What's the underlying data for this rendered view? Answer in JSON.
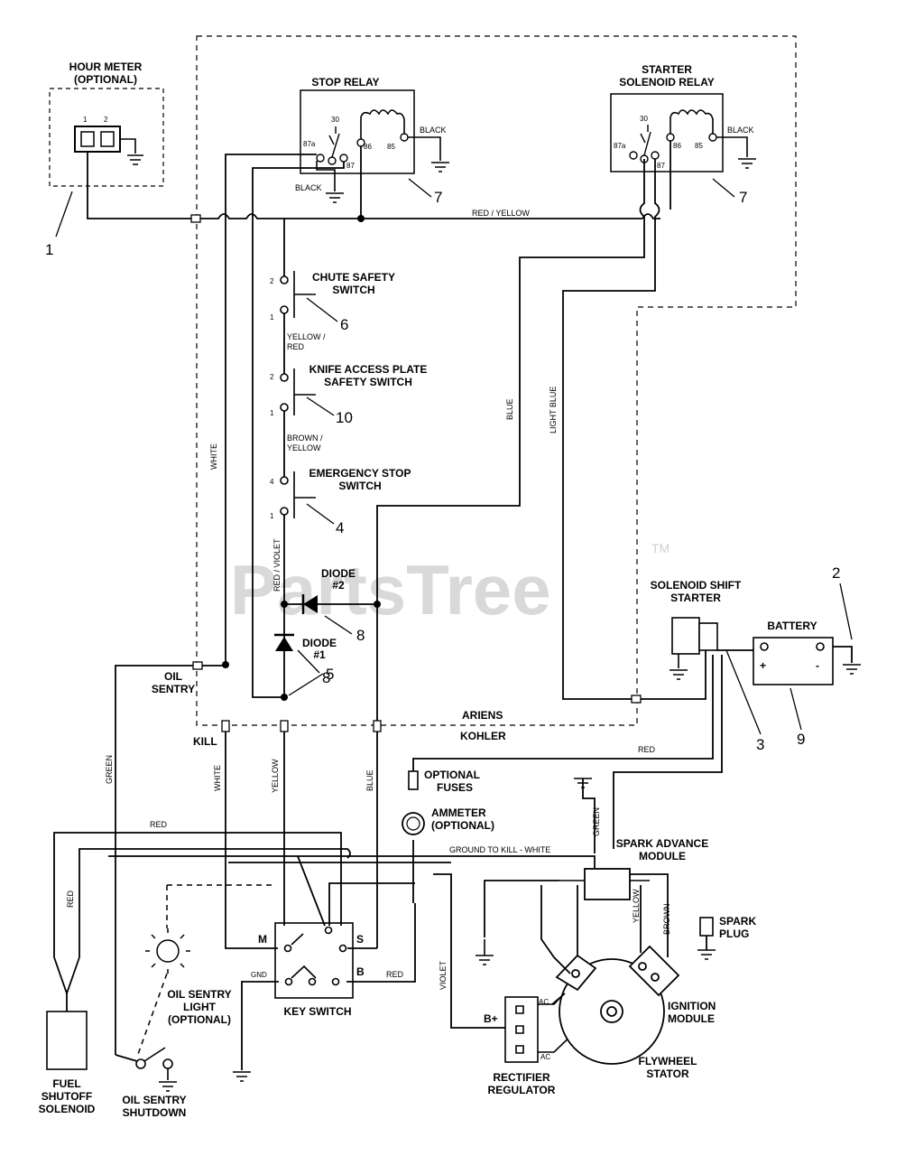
{
  "watermark": "PartsTree",
  "watermark_tm": "TM",
  "components": {
    "hour_meter": [
      "HOUR METER",
      "(OPTIONAL)"
    ],
    "stop_relay": "STOP RELAY",
    "starter_solenoid_relay": [
      "STARTER",
      "SOLENOID RELAY"
    ],
    "chute_safety_switch": [
      "CHUTE SAFETY",
      "SWITCH"
    ],
    "knife_access_switch": [
      "KNIFE ACCESS PLATE",
      "SAFETY SWITCH"
    ],
    "emergency_stop_switch": [
      "EMERGENCY STOP",
      "SWITCH"
    ],
    "diode_2": [
      "DIODE",
      "#2"
    ],
    "diode_1": [
      "DIODE",
      "#1"
    ],
    "oil_sentry": [
      "OIL",
      "SENTRY"
    ],
    "kill": "KILL",
    "ariens": "ARIENS",
    "kohler": "KOHLER",
    "solenoid_shift_starter": [
      "SOLENOID SHIFT",
      "STARTER"
    ],
    "battery": "BATTERY",
    "optional_fuses": [
      "OPTIONAL",
      "FUSES"
    ],
    "ammeter": [
      "AMMETER",
      "(OPTIONAL)"
    ],
    "spark_advance_module": [
      "SPARK ADVANCE",
      "MODULE"
    ],
    "spark_plug": [
      "SPARK",
      "PLUG"
    ],
    "ignition_module": [
      "IGNITION",
      "MODULE"
    ],
    "flywheel_stator": [
      "FLYWHEEL",
      "STATOR"
    ],
    "rectifier_regulator": [
      "RECTIFIER",
      "REGULATOR"
    ],
    "key_switch": "KEY SWITCH",
    "oil_sentry_light": [
      "OIL SENTRY",
      "LIGHT",
      "(OPTIONAL)"
    ],
    "fuel_shutoff_solenoid": [
      "FUEL",
      "SHUTOFF",
      "SOLENOID"
    ],
    "oil_sentry_shutdown": [
      "OIL SENTRY",
      "SHUTDOWN"
    ]
  },
  "wire_labels": {
    "black": "BLACK",
    "red_yellow": "RED / YELLOW",
    "yellow_red": [
      "YELLOW /",
      "RED"
    ],
    "brown_yellow": [
      "BROWN /",
      "YELLOW"
    ],
    "red_violet": "RED / VIOLET",
    "white": "WHITE",
    "blue": "BLUE",
    "light_blue": "LIGHT BLUE",
    "green": "GREEN",
    "red": "RED",
    "yellow": "YELLOW",
    "violet": "VIOLET",
    "brown": "BROWN",
    "ground_to_kill": "GROUND TO KILL - WHITE"
  },
  "terminals": {
    "hm1": "1",
    "hm2": "2",
    "r30": "30",
    "r87a": "87a",
    "r87": "87",
    "r86": "86",
    "r85": "85",
    "sw2": "2",
    "sw1": "1",
    "sw4": "4",
    "m": "M",
    "s": "S",
    "gnd": "GND",
    "b": "B",
    "bplus": "B+",
    "ac": "AC",
    "plus": "+",
    "minus": "-"
  },
  "callouts": [
    "1",
    "2",
    "3",
    "4",
    "5",
    "6",
    "7",
    "8",
    "9",
    "10"
  ]
}
